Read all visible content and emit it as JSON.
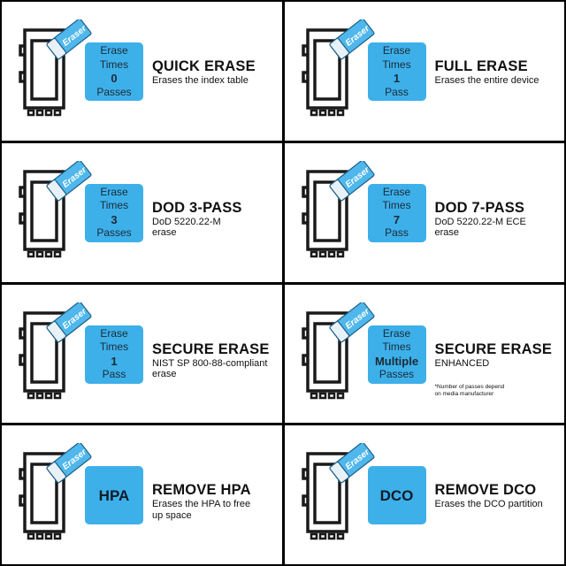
{
  "eraser_label": "Eraser",
  "cells": [
    {
      "badge": {
        "lines": [
          "Erase",
          "Times",
          "0",
          "Passes"
        ]
      },
      "title": "QUICK ERASE",
      "sub": "Erases the index table"
    },
    {
      "badge": {
        "lines": [
          "Erase",
          "Times",
          "1",
          "Pass"
        ]
      },
      "title": "FULL ERASE",
      "sub": "Erases the entire device"
    },
    {
      "badge": {
        "lines": [
          "Erase",
          "Times",
          "3",
          "Passes"
        ]
      },
      "title": "DOD 3-PASS",
      "sub": "DoD 5220.22-M\nerase"
    },
    {
      "badge": {
        "lines": [
          "Erase",
          "Times",
          "7",
          "Pass"
        ]
      },
      "title": "DOD 7-PASS",
      "sub": "DoD 5220.22-M ECE\nerase"
    },
    {
      "badge": {
        "lines": [
          "Erase",
          "Times",
          "1",
          "Pass"
        ]
      },
      "title": "SECURE ERASE",
      "sub": "NIST SP 800-88-compliant\nerase"
    },
    {
      "badge": {
        "lines": [
          "Erase",
          "Times",
          "Multiple",
          "Passes"
        ]
      },
      "title": "SECURE ERASE",
      "sub": "ENHANCED",
      "note": "*Number of passes depend\n on media manufacturer"
    },
    {
      "badge": {
        "big": "HPA"
      },
      "title": "REMOVE HPA",
      "sub": "Erases the HPA to free\nup space"
    },
    {
      "badge": {
        "big": "DCO"
      },
      "title": "REMOVE DCO",
      "sub": "Erases the DCO partition"
    }
  ],
  "colors": {
    "badge": "#3db0ea",
    "eraser_body": "#4fb7ec",
    "eraser_stripe": "#e8f1f7"
  }
}
